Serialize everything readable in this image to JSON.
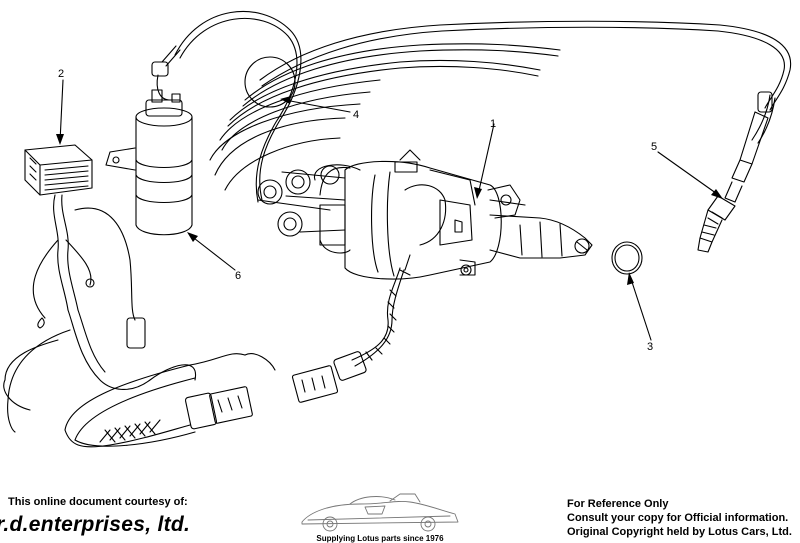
{
  "diagram": {
    "callouts": [
      {
        "id": "1",
        "label": "1",
        "part": "distributor"
      },
      {
        "id": "2",
        "label": "2",
        "part": "rectifier-pack"
      },
      {
        "id": "3",
        "label": "3",
        "part": "o-ring"
      },
      {
        "id": "4",
        "label": "4",
        "part": "ht-leads"
      },
      {
        "id": "5",
        "label": "5",
        "part": "spark-plug"
      },
      {
        "id": "6",
        "label": "6",
        "part": "ignition-coil"
      }
    ]
  },
  "footer": {
    "courtesy": "This online document courtesy of:",
    "brand": "r.d.enterprises, ltd.",
    "tagline": "Supplying Lotus parts since 1976",
    "reference": "For Reference Only",
    "consult": "Consult your copy for Official information.",
    "copyright": "Original Copyright held by Lotus Cars, Ltd."
  },
  "colors": {
    "ink": "#000000",
    "paper": "#ffffff",
    "grey": "#777777"
  }
}
